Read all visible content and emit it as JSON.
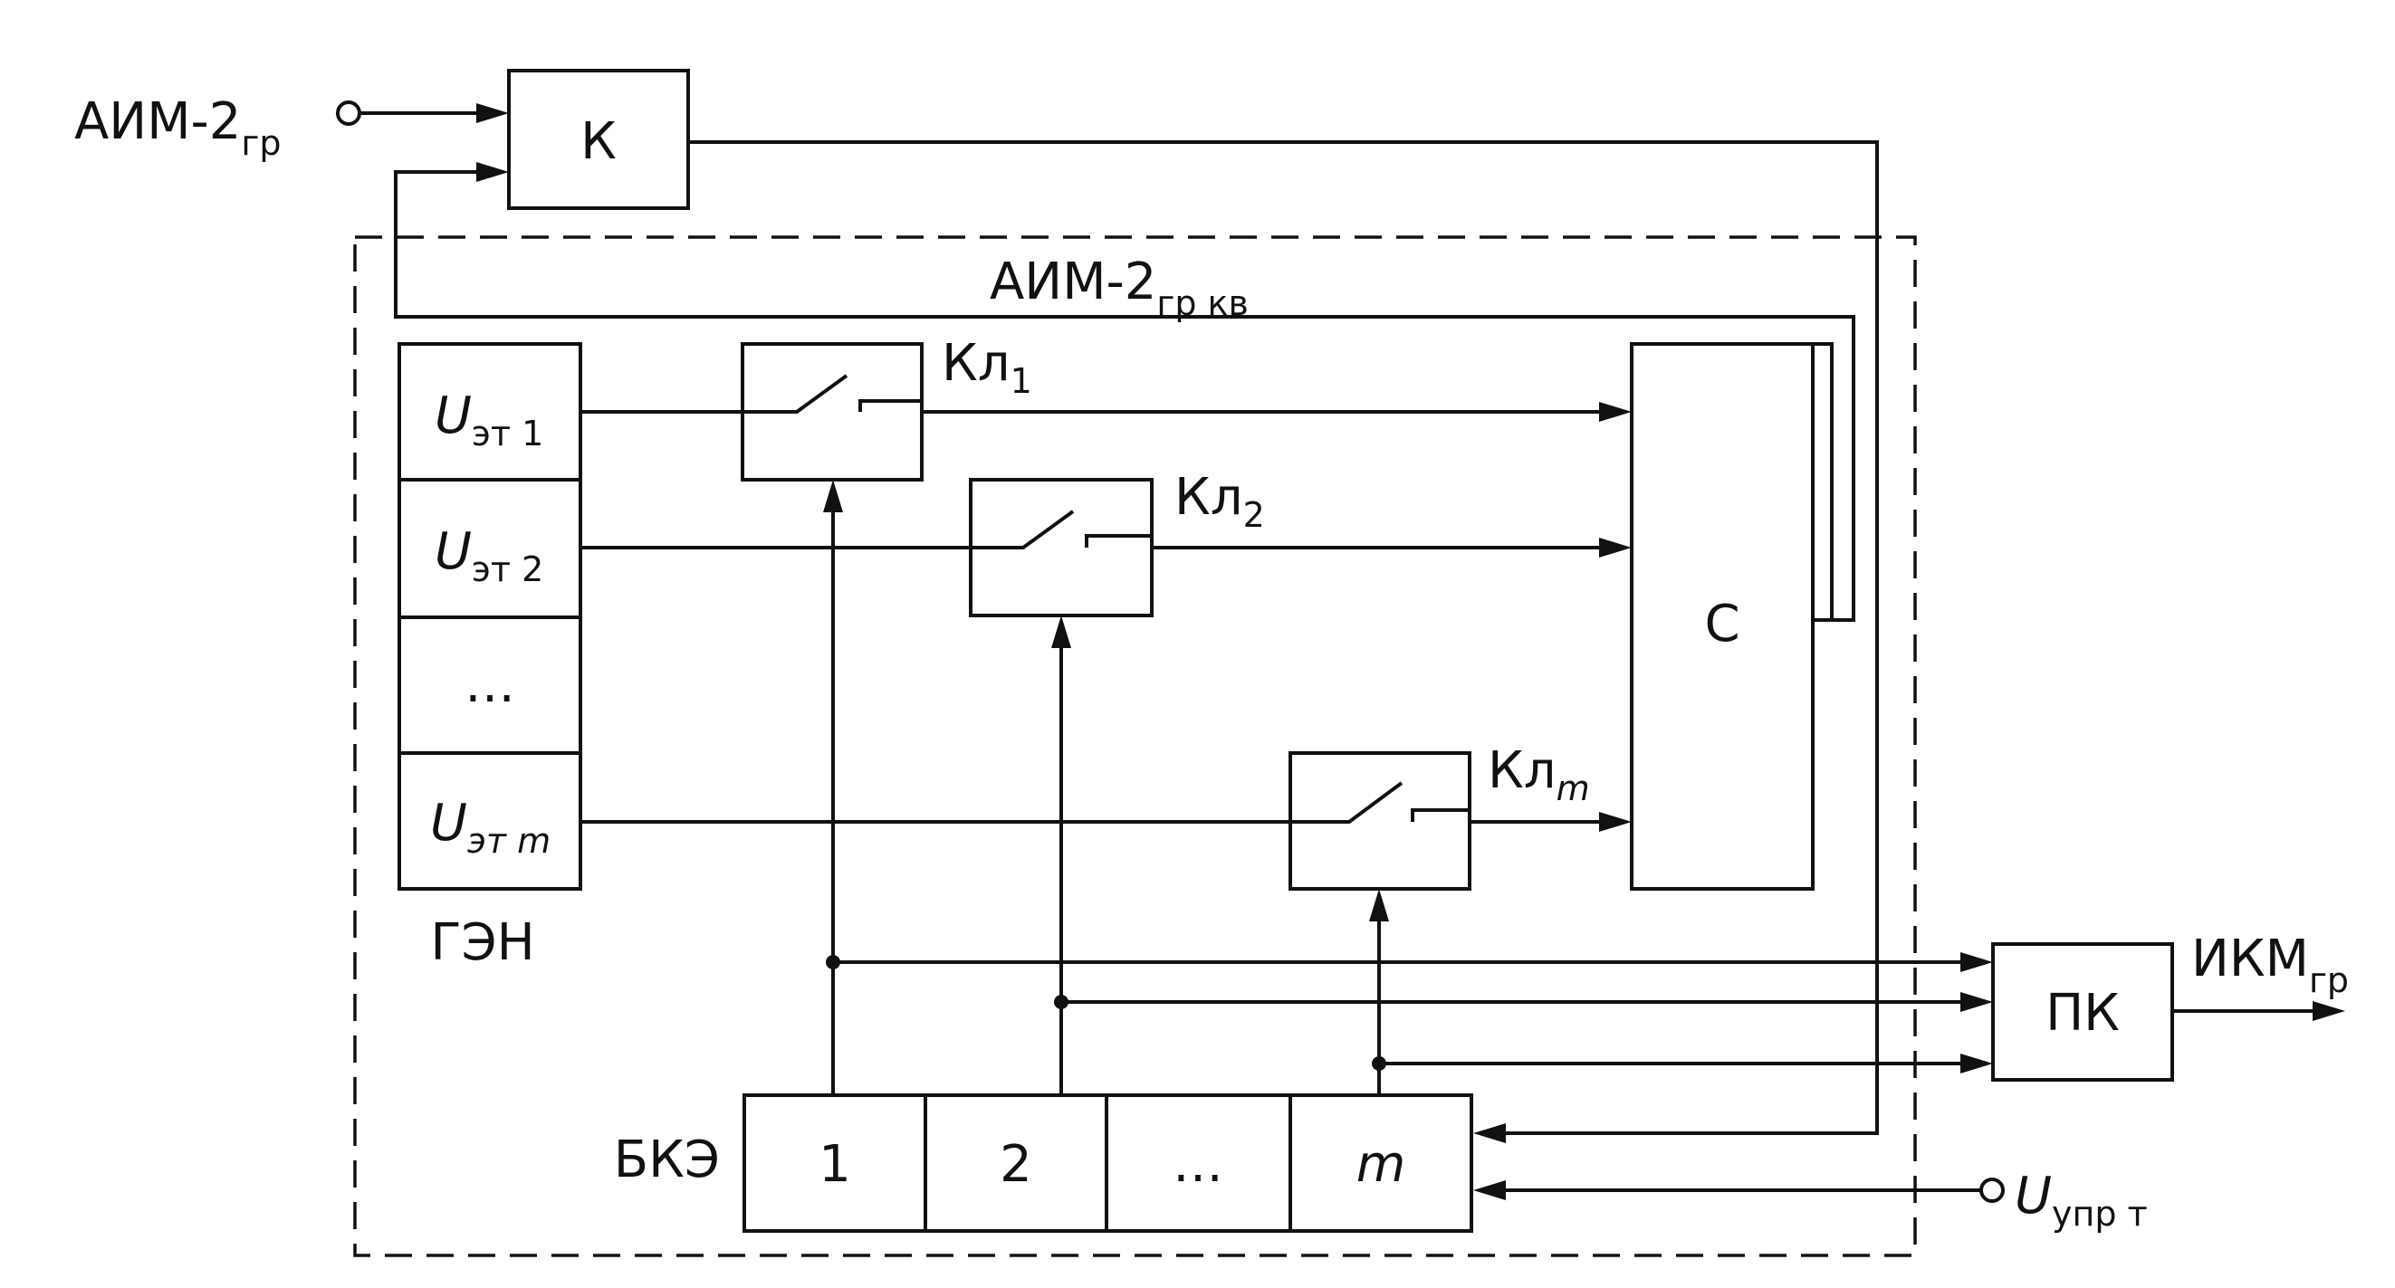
{
  "inputs": {
    "aim_group": {
      "main": "АИМ-2",
      "sub": "гр"
    },
    "u_control": {
      "main": "U",
      "sub": "упр т"
    }
  },
  "blocks": {
    "k": "К",
    "c": "С",
    "pk": "ПК"
  },
  "generator": {
    "caption": "ГЭН",
    "cells": [
      {
        "main": "U",
        "sub": "эт 1"
      },
      {
        "main": "U",
        "sub": "эт 2"
      },
      {
        "main": "…",
        "sub": ""
      },
      {
        "main": "U",
        "sub": "эт m"
      }
    ]
  },
  "keys": [
    {
      "main": "Кл",
      "sub": "1"
    },
    {
      "main": "Кл",
      "sub": "2"
    },
    {
      "main": "Кл",
      "sub": "m"
    }
  ],
  "bke": {
    "caption": "БКЭ",
    "cells": [
      "1",
      "2",
      "…",
      "m"
    ]
  },
  "feedback": {
    "main": "АИМ-2",
    "sub": "гр кв"
  },
  "output": {
    "main": "ИКМ",
    "sub": "гр"
  }
}
